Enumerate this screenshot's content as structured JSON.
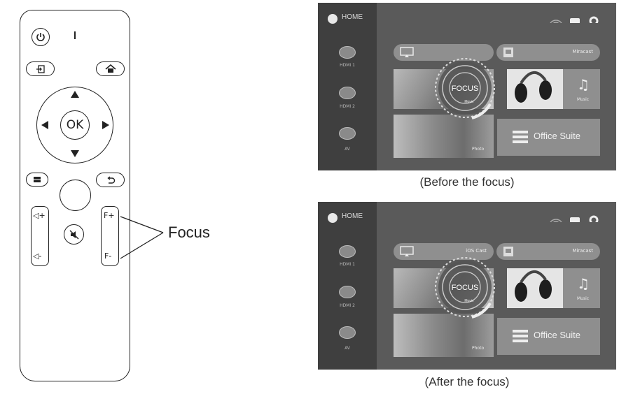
{
  "remote": {
    "ok_label": "OK",
    "vol_plus": "◁+",
    "vol_minus": "◁-",
    "focus_plus": "F+",
    "focus_minus": "F-"
  },
  "callout": {
    "label": "Focus"
  },
  "screens": [
    {
      "home_label": "HOME",
      "sources": [
        "HDMI 1",
        "HDMI 2",
        "AV"
      ],
      "cast_label": "",
      "miracast_label": "Miracast",
      "focus_label": "FOCUS",
      "movie_label": "Movie",
      "music_label": "Music",
      "photo_label": "Photo",
      "office_label": "Office Suite",
      "caption": "(Before the focus)"
    },
    {
      "home_label": "HOME",
      "sources": [
        "HDMI 1",
        "HDMI 2",
        "AV"
      ],
      "cast_label": "iOS Cast",
      "miracast_label": "Miracast",
      "focus_label": "FOCUS",
      "movie_label": "Movie",
      "music_label": "Music",
      "photo_label": "Photo",
      "office_label": "Office Suite",
      "caption": "(After the focus)"
    }
  ]
}
